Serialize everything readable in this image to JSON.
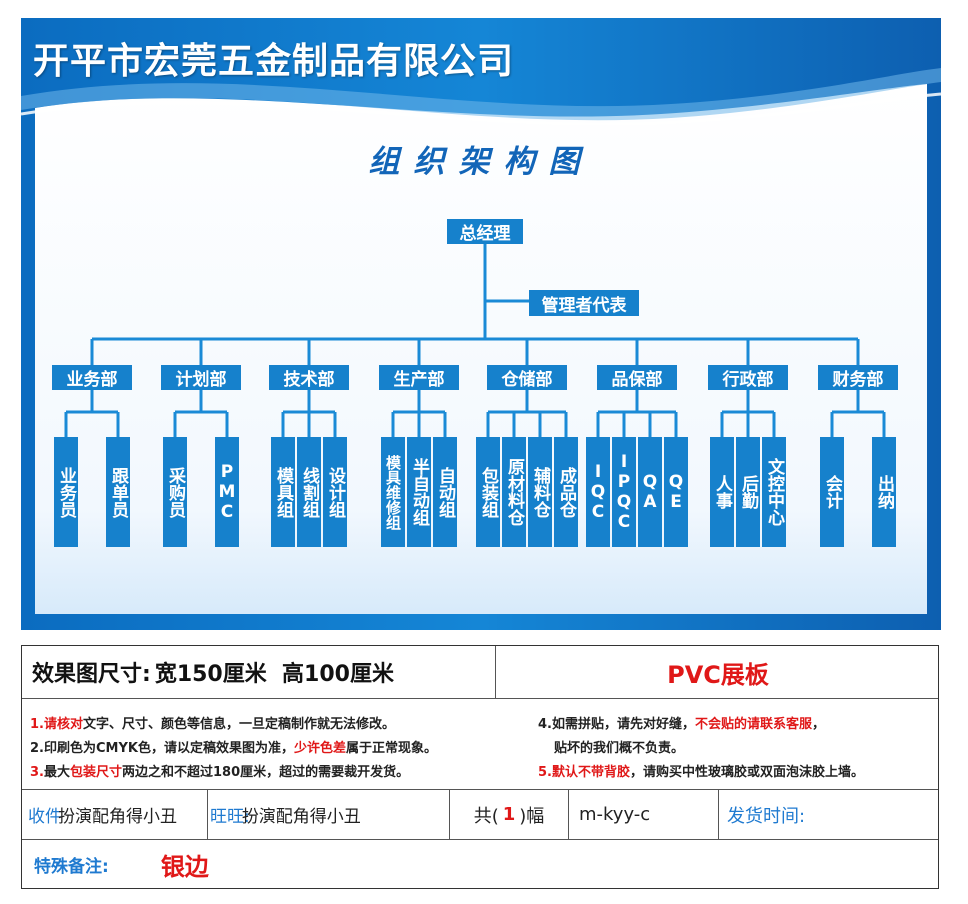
{
  "board": {
    "company": "开平市宏莞五金制品有限公司",
    "title": "组织架构图",
    "colors": {
      "box": "#1681cc",
      "line": "#1a8ad6",
      "frame": "#0a72c2",
      "panel": "#f4f9fe"
    }
  },
  "org": {
    "top": "总经理",
    "rep": "管理者代表",
    "departments": [
      {
        "name": "部门",
        "label": "业务部",
        "subs": [
          "业务员",
          "跟单员"
        ]
      },
      {
        "name": "部门",
        "label": "计划部",
        "subs": [
          "采购员",
          "PMC"
        ]
      },
      {
        "name": "部门",
        "label": "技术部",
        "subs": [
          "模具组",
          "线割组",
          "设计组"
        ]
      },
      {
        "name": "部门",
        "label": "生产部",
        "subs": [
          "模具维修组",
          "半自动组",
          "自动组"
        ]
      },
      {
        "name": "部门",
        "label": "仓储部",
        "subs": [
          "包装组",
          "原材料仓",
          "辅料仓",
          "成品仓"
        ]
      },
      {
        "name": "部门",
        "label": "品保部",
        "subs": [
          "IQC",
          "IPQC",
          "QA",
          "QE"
        ]
      },
      {
        "name": "部门",
        "label": "行政部",
        "subs": [
          "人事",
          "后勤",
          "文控中心"
        ]
      },
      {
        "name": "部门",
        "label": "财务部",
        "subs": [
          "会计",
          "出纳"
        ]
      }
    ]
  },
  "info": {
    "size_label": "效果图尺寸:",
    "size_value": "宽150厘米  高100厘米",
    "material": "PVC展板",
    "notes_left": [
      {
        "num": "1.",
        "parts": [
          [
            "请核对",
            "red"
          ],
          [
            "文字、尺寸、颜色等信息，一旦定稿制作就无法修改。",
            ""
          ]
        ]
      },
      {
        "num": "2.",
        "parts": [
          [
            "印刷色为CMYK色，请以定稿效果图为准，",
            ""
          ],
          [
            "少许色差",
            "red"
          ],
          [
            "属于正常现象。",
            ""
          ]
        ]
      },
      {
        "num": "3.",
        "parts": [
          [
            "最大",
            ""
          ],
          [
            "包装尺寸",
            "red"
          ],
          [
            "两边之和不超过180厘米，超过的需要裁开发货。",
            ""
          ]
        ]
      }
    ],
    "notes_right": [
      {
        "num": "4.",
        "parts": [
          [
            "如需拼贴，请先对好缝，",
            ""
          ],
          [
            "不会贴的请联系客服",
            "red"
          ],
          [
            "，",
            ""
          ]
        ]
      },
      {
        "num": "",
        "parts": [
          [
            "贴坏的我们概不负责。",
            ""
          ]
        ]
      },
      {
        "num": "5.",
        "parts": [
          [
            "默认不带背胶",
            "red"
          ],
          [
            "，请购买中性玻璃胶或双面泡沫胶上墙。",
            ""
          ]
        ]
      }
    ],
    "receiver_label": "收件",
    "receiver_value": "扮演配角得小丑",
    "wangwang_label": "旺旺:",
    "wangwang_value": "扮演配角得小丑",
    "count_prefix": "共(",
    "count_value": "1",
    "count_suffix": ")幅",
    "code": "m-kyy-c",
    "ship_label": "发货时间:",
    "special_label": "特殊备注:",
    "special_value": "银边"
  }
}
